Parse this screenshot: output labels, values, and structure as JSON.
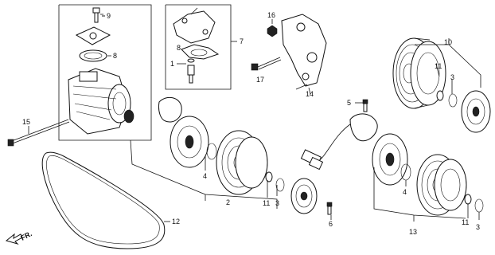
{
  "diagram": {
    "callouts": [
      {
        "id": "c9",
        "text": "9"
      },
      {
        "id": "c8",
        "text": "8"
      },
      {
        "id": "c7",
        "text": "7"
      },
      {
        "id": "c8b",
        "text": "8"
      },
      {
        "id": "c1",
        "text": "1"
      },
      {
        "id": "c16",
        "text": "16"
      },
      {
        "id": "c17",
        "text": "17"
      },
      {
        "id": "c14",
        "text": "14"
      },
      {
        "id": "c10",
        "text": "10"
      },
      {
        "id": "c11a",
        "text": "11"
      },
      {
        "id": "c3a",
        "text": "3"
      },
      {
        "id": "c5",
        "text": "5"
      },
      {
        "id": "c15",
        "text": "15"
      },
      {
        "id": "c4a",
        "text": "4"
      },
      {
        "id": "c2",
        "text": "2"
      },
      {
        "id": "c11b",
        "text": "11"
      },
      {
        "id": "c3b",
        "text": "3"
      },
      {
        "id": "c6",
        "text": "6"
      },
      {
        "id": "c4b",
        "text": "4"
      },
      {
        "id": "c13",
        "text": "13"
      },
      {
        "id": "c11c",
        "text": "11"
      },
      {
        "id": "c3c",
        "text": "3"
      },
      {
        "id": "c12",
        "text": "12"
      }
    ],
    "direction_label": "FR."
  }
}
